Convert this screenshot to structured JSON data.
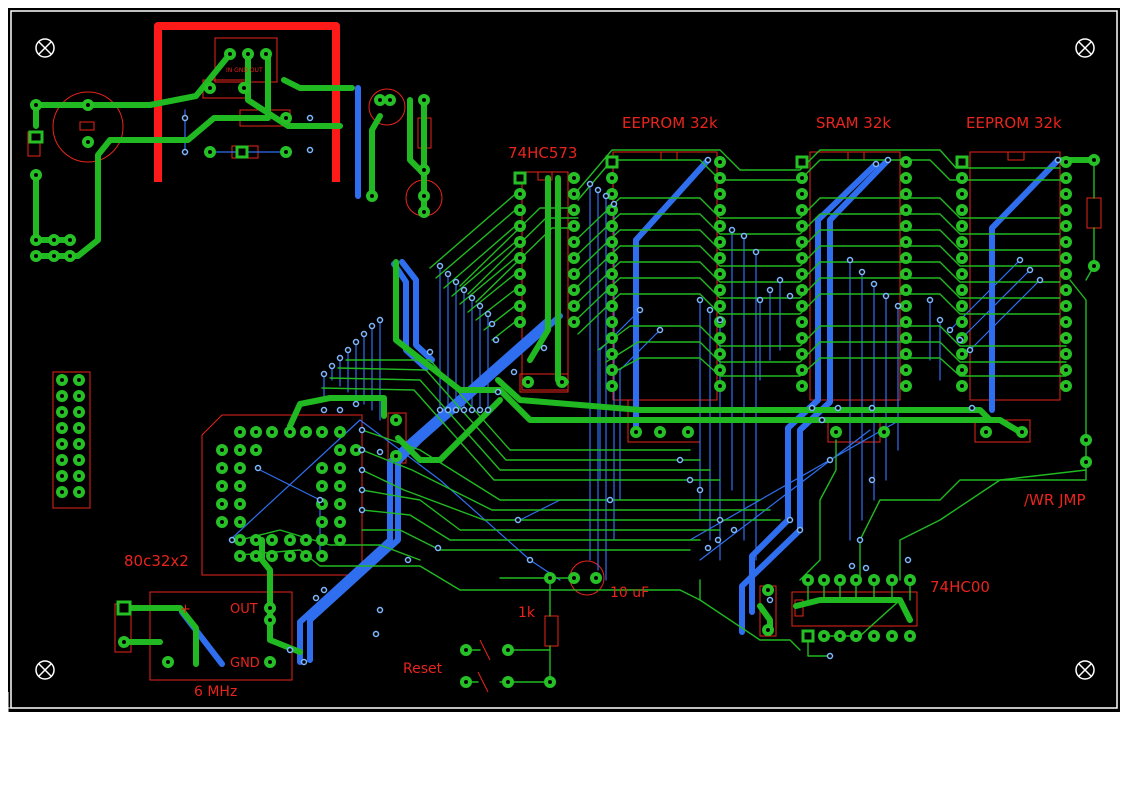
{
  "colors": {
    "background": "#000000",
    "board_outline": "#ffffff",
    "silkscreen": "#e8241c",
    "top_copper": "#21b921",
    "bottom_copper": "#2f6fef",
    "via": "#7fb8ff",
    "power_trace": "#ff1a1a",
    "pad": "#26c026",
    "mounting_hole": "#ffffff"
  },
  "labels": {
    "latch": "74HC573",
    "eeprom_1": "EEPROM 32k",
    "sram": "SRAM 32k",
    "eeprom_2": "EEPROM 32k",
    "mcu": "80c32x2",
    "crystal": "6 MHz",
    "osc_out": "OUT",
    "osc_gnd": "GND",
    "osc_plus": "+",
    "resistor": "1k",
    "capacitor": "10 uF",
    "reset": "Reset",
    "wr_jumper": "/WR JMP",
    "nand_gate": "74HC00"
  },
  "icons": [
    "mounting-hole-icon",
    "via-icon",
    "pad-icon"
  ]
}
